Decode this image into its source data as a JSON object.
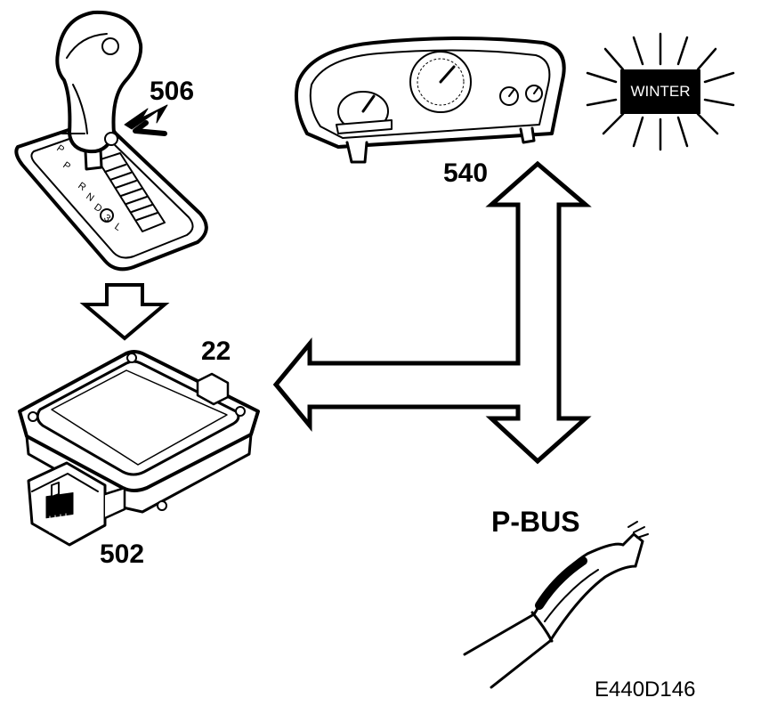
{
  "labels": {
    "selector": "506",
    "control_module": "502",
    "module_connector": "22",
    "instrument_cluster": "540",
    "bus": "P-BUS",
    "winter_indicator": "WINTER",
    "figure_code": "E440D146"
  },
  "gear_positions": [
    "P",
    "R",
    "N",
    "D",
    "3",
    "L"
  ]
}
